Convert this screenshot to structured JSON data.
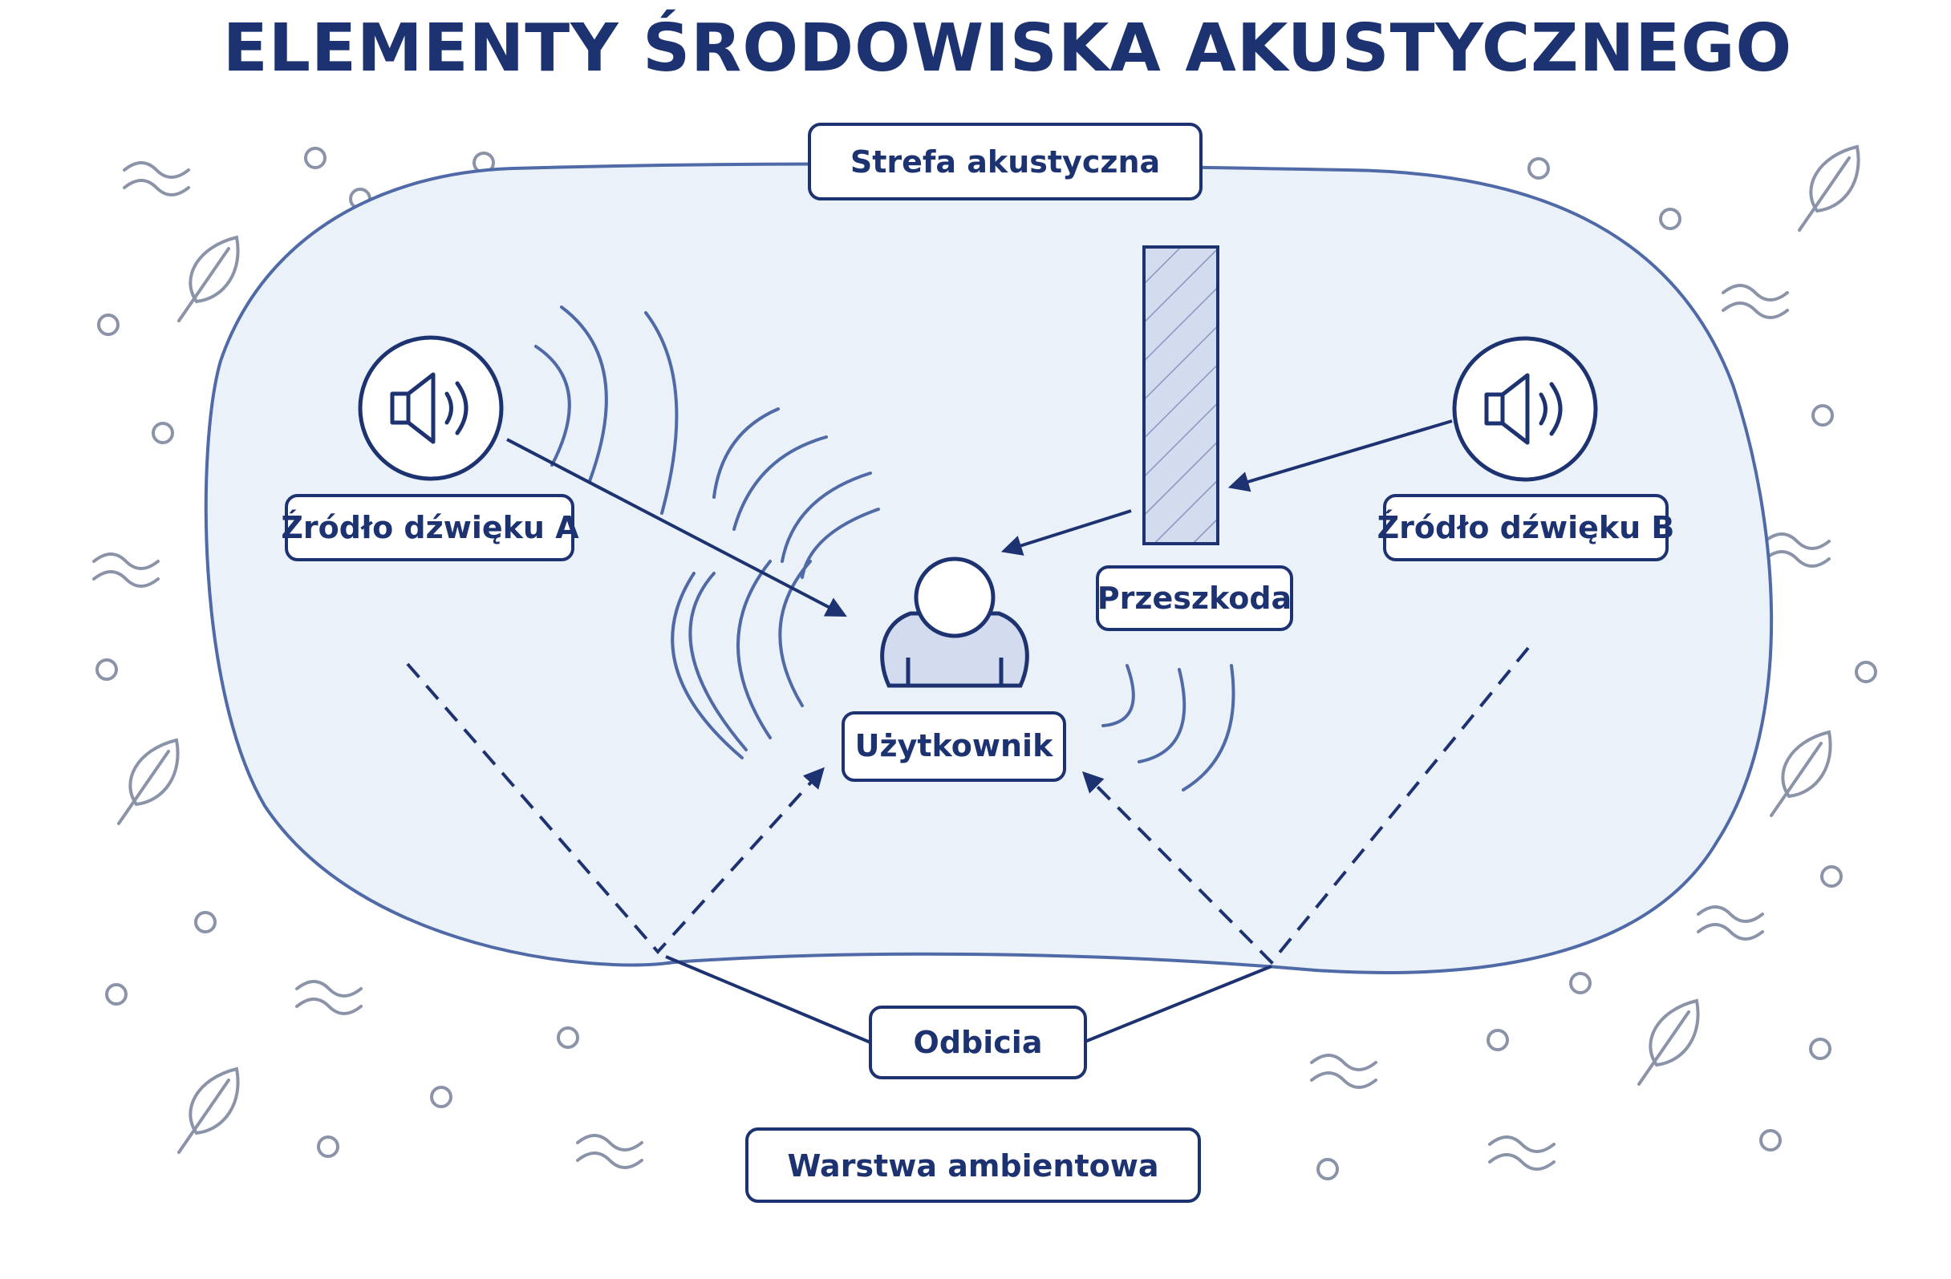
{
  "title": "ELEMENTY ŚRODOWISKA AKUSTYCZNEGO",
  "labels": {
    "zone": "Strefa akustyczna",
    "source_a": "Źródło dźwięku A",
    "source_b": "Źródło dźwięku B",
    "obstacle": "Przeszkoda",
    "user": "Użytkownik",
    "reflections": "Odbicia",
    "ambient": "Warstwa ambientowa"
  },
  "icons": [
    "speaker-icon",
    "user-icon",
    "leaf-icon",
    "wave-icon",
    "circle-icon"
  ],
  "colors": {
    "primary": "#1d3270",
    "line": "#4f6aa6",
    "zone_fill": "#eaf1f9",
    "obstacle_fill": "#d3dcef",
    "decor": "#8a93a8"
  }
}
